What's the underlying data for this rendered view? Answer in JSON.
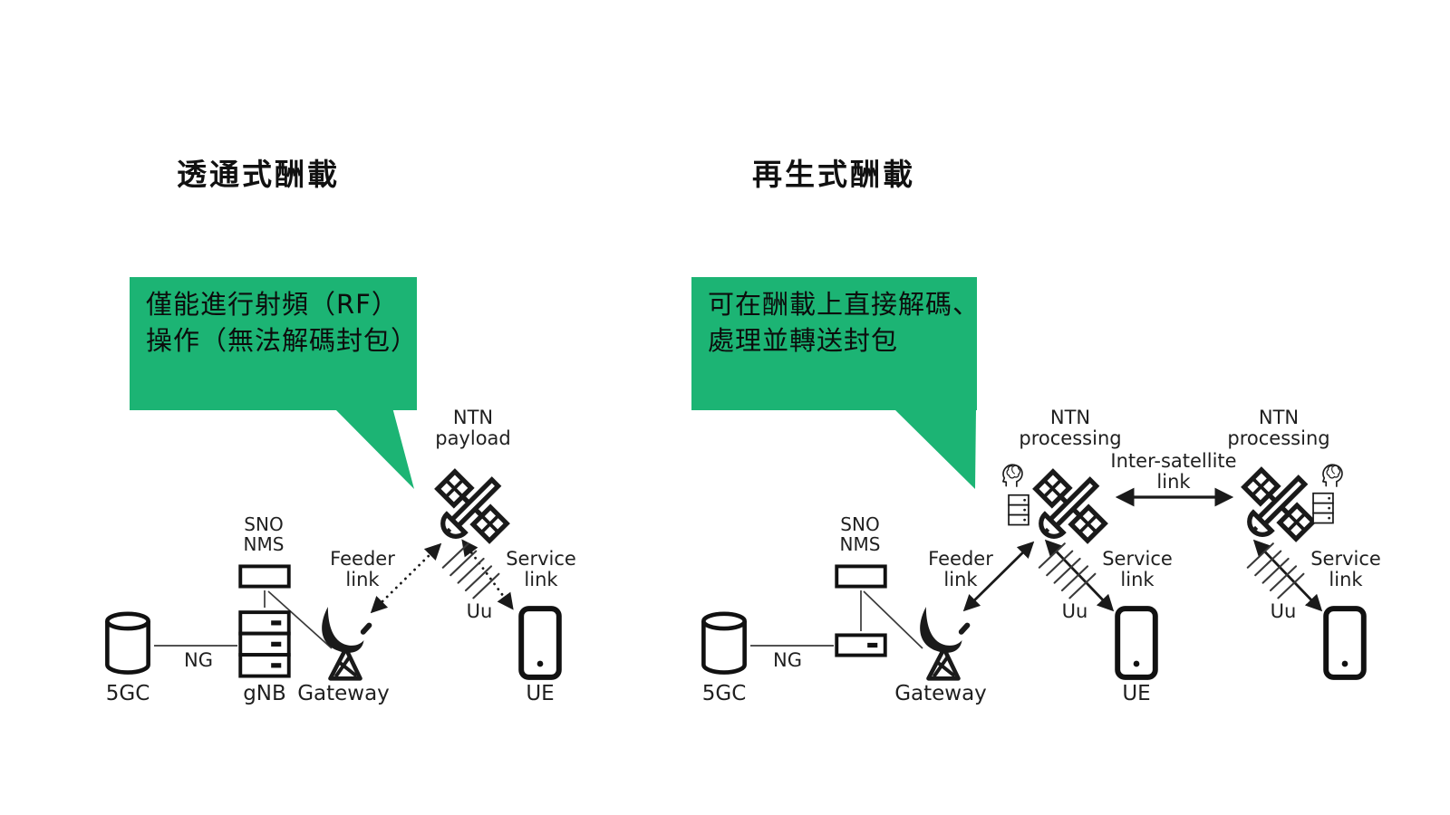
{
  "colors": {
    "callout_green": "#1cb474",
    "ink": "#1a1a1a"
  },
  "left_panel": {
    "title": "透通式酬載",
    "callout_line1": "僅能進行射頻（RF）",
    "callout_line2": "操作（無法解碼封包）",
    "satellite_label_line1": "NTN",
    "satellite_label_line2": "payload",
    "feeder_line1": "Feeder",
    "feeder_line2": "link",
    "service_line1": "Service",
    "service_line2": "link",
    "uu": "Uu",
    "nms_line1": "SNO",
    "nms_line2": "NMS",
    "core": "5GC",
    "ng": "NG",
    "gnb": "gNB",
    "gateway": "Gateway",
    "ue": "UE"
  },
  "right_panel": {
    "title": "再生式酬載",
    "callout_line1": "可在酬載上直接解碼、",
    "callout_line2": "處理並轉送封包",
    "sat1_label_line1": "NTN",
    "sat1_label_line2": "processing",
    "sat2_label_line1": "NTN",
    "sat2_label_line2": "processing",
    "isl_line1": "Inter-satellite",
    "isl_line2": "link",
    "feeder_line1": "Feeder",
    "feeder_line2": "link",
    "service1_line1": "Service",
    "service1_line2": "link",
    "service2_line1": "Service",
    "service2_line2": "link",
    "uu1": "Uu",
    "uu2": "Uu",
    "nms_line1": "SNO",
    "nms_line2": "NMS",
    "core": "5GC",
    "ng": "NG",
    "gateway": "Gateway",
    "ue": "UE"
  }
}
